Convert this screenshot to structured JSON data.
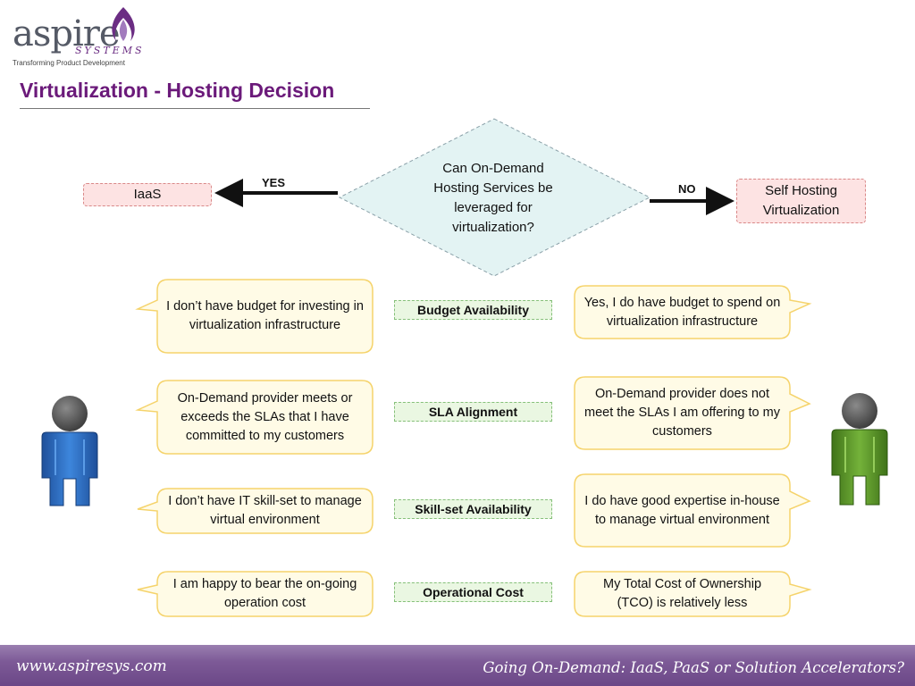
{
  "logo": {
    "word": "aspire",
    "systems": "SYSTEMS",
    "tagline": "Transforming Product Development"
  },
  "title": "Virtualization - Hosting Decision",
  "decision": {
    "question_lines": [
      "Can On-Demand",
      "Hosting Services be",
      "leveraged for",
      "virtualization?"
    ],
    "yes_label": "YES",
    "no_label": "NO",
    "yes_outcome": "IaaS",
    "no_outcome_lines": [
      "Self Hosting",
      "Virtualization"
    ]
  },
  "criteria": [
    {
      "name": "Budget Availability",
      "left": "I don’t have budget for investing in virtualization infrastructure",
      "right": "Yes, I do have budget to spend on virtualization infrastructure"
    },
    {
      "name": "SLA Alignment",
      "left": "On-Demand provider meets or exceeds the SLAs that I have committed to my customers",
      "right": "On-Demand provider does not meet the SLAs I am offering to my customers"
    },
    {
      "name": "Skill-set Availability",
      "left": "I don’t have IT skill-set to manage virtual environment",
      "right": "I do have good expertise in-house to manage virtual environment"
    },
    {
      "name": "Operational Cost",
      "left": "I am happy to bear the on-going operation cost",
      "right": "My Total Cost of Ownership (TCO) is relatively less"
    }
  ],
  "figures": {
    "left_icon": "blue-person-icon",
    "right_icon": "green-person-icon",
    "left_color": "#2e6fc4",
    "right_color": "#5d9a2a"
  },
  "colors": {
    "title": "#6b1a7a",
    "bubble_fill": "#fffbe6",
    "bubble_border": "#f5d36b",
    "criteria_fill": "#eaf7e2",
    "criteria_border": "#86c07a",
    "outcome_fill": "#fde3e3",
    "diamond_fill": "#e3f3f3"
  },
  "footer": {
    "url": "www.aspiresys.com",
    "tagline": "Going On-Demand: IaaS, PaaS or Solution Accelerators?"
  }
}
